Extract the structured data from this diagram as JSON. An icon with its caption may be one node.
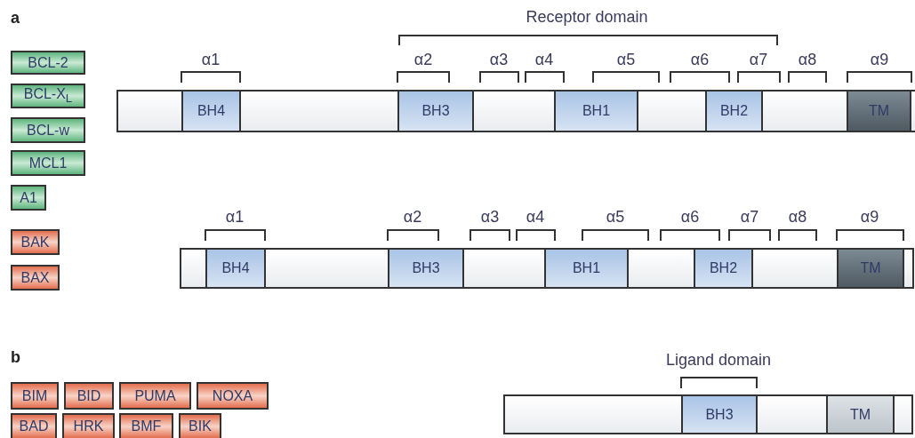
{
  "diagram": {
    "nodes": [
      {
        "text": [
          "BCL-2"
        ]
      },
      {
        "text": [
          "BCL-X$_{L}$"
        ]
      },
      {
        "text": [
          "BCL-w"
        ]
      },
      {
        "text": [
          "MCL1"
        ]
      },
      {
        "text": [
          "A1"
        ]
      },
      {
        "text": [
          "BAK"
        ]
      },
      {
        "text": [
          "BAX"
        ]
      },
      {
        "text": [],
        "shape": "bar"
      },
      {
        "text": [
          "BH4"
        ],
        "in": 7
      },
      {
        "text": [
          "BH3"
        ],
        "in": 7
      },
      {
        "text": [
          "BH1"
        ],
        "in": 7
      },
      {
        "text": [
          "BH2"
        ],
        "in": 7
      },
      {
        "text": [
          "TM"
        ],
        "in": 7
      },
      {
        "text": [],
        "shape": "bar"
      },
      {
        "text": [
          "BH4"
        ],
        "in": 13
      },
      {
        "text": [
          "BH3"
        ],
        "in": 13
      },
      {
        "text": [
          "BH1"
        ],
        "in": 13
      },
      {
        "text": [
          "BH2"
        ],
        "in": 13
      },
      {
        "text": [
          "TM"
        ],
        "in": 13
      },
      {
        "text": [
          "BIM"
        ]
      },
      {
        "text": [
          "BID"
        ]
      },
      {
        "text": [
          "PUMA"
        ]
      },
      {
        "text": [
          "NOXA"
        ]
      },
      {
        "text": [
          "BAD"
        ]
      },
      {
        "text": [
          "HRK"
        ]
      },
      {
        "text": [
          "BMF"
        ]
      },
      {
        "text": [
          "BIK"
        ]
      },
      {
        "text": [],
        "shape": "bar"
      },
      {
        "text": [
          "BH3"
        ],
        "in": 27
      },
      {
        "text": [
          "TM"
        ],
        "in": 27
      }
    ],
    "labels": [
      "a",
      "Receptor domain",
      "α1",
      "α2",
      "α3",
      "α4",
      "α5",
      "α6",
      "α7",
      "α8",
      "α9",
      "α1",
      "α2",
      "α3",
      "α4",
      "α5",
      "α6",
      "α7",
      "α8",
      "α9",
      "b",
      "Ligand domain"
    ]
  }
}
